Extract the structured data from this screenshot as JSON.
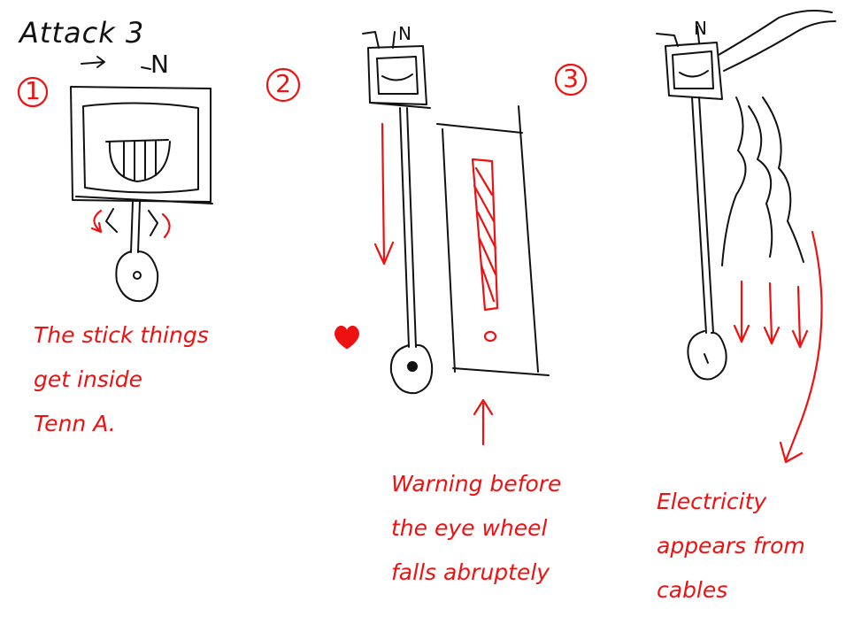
{
  "title": "Attack 3",
  "steps": [
    {
      "number": "1",
      "label": "N",
      "note": "The stick things\nget inside\nTenn A."
    },
    {
      "number": "2",
      "label": "N",
      "note": "Warning before\nthe eye wheel\nfalls abruptely"
    },
    {
      "number": "3",
      "label": "N",
      "note": "Electricity\nappears from\ncables"
    }
  ],
  "colors": {
    "ink": "#111111",
    "annotation": "#e11111"
  }
}
